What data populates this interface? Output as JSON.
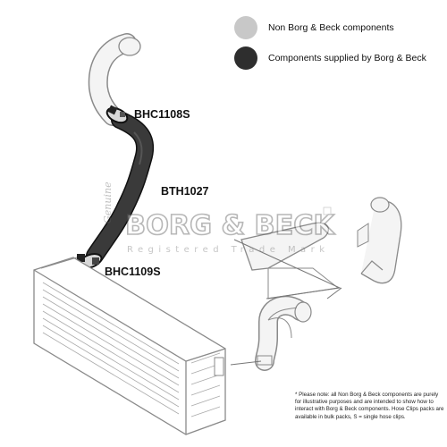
{
  "legend": {
    "non_bb": {
      "label": "Non Borg & Beck components",
      "color": "#c8c8c8"
    },
    "bb": {
      "label": "Components supplied by Borg & Beck",
      "color": "#2e2e2e"
    }
  },
  "parts": {
    "clip_top": "BHC1108S",
    "hose": "BTH1027",
    "clip_bottom": "BHC1109S"
  },
  "watermark": {
    "script_text": "Genuine",
    "brand": "BORG & BECK",
    "tagline": "Registered Trade Mark"
  },
  "footnote": "* Please note: all Non Borg & Beck components are purely for illustrative purposes and are intended to show how to interact with Borg & Beck components. Hose Clips packs are available in bulk packs, S = single hose clips.",
  "colors": {
    "line": "#8a8a8a",
    "fill_light": "#f4f4f4",
    "fill_dark": "#3a3a3a",
    "outline_dark": "#111111"
  }
}
